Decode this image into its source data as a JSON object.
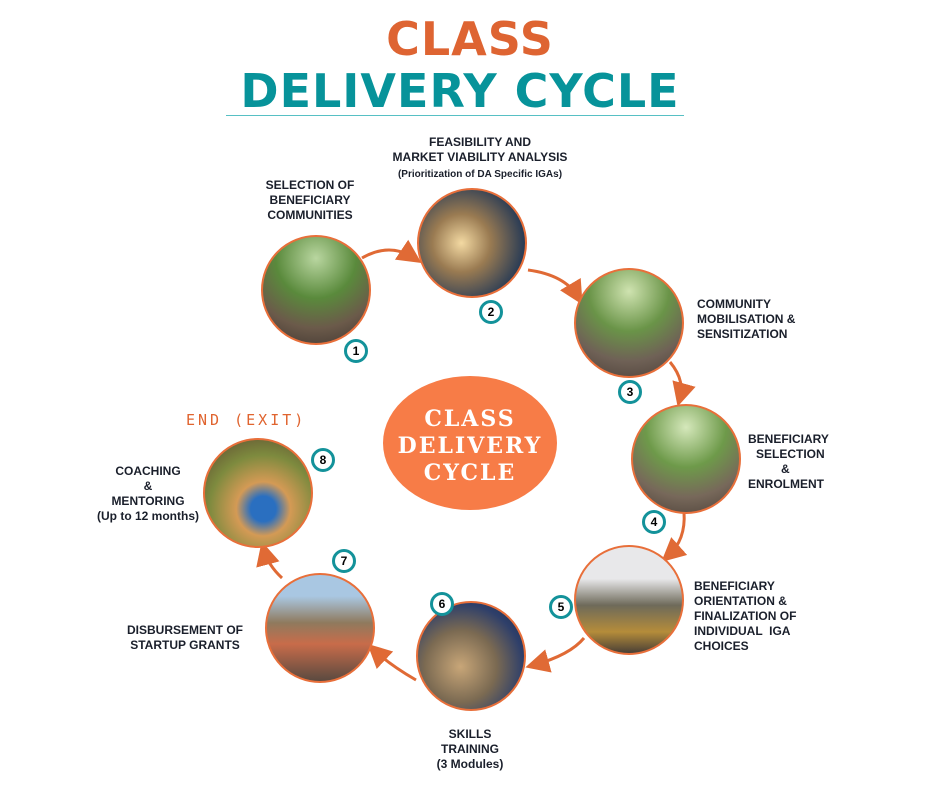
{
  "title": {
    "line1": "CLASS",
    "line2": "DELIVERY CYCLE"
  },
  "center": {
    "line1": "CLASS",
    "line2": "DELIVERY",
    "line3": "CYCLE"
  },
  "end_label": "END (EXIT)",
  "steps": [
    {
      "num": "1",
      "lines": [
        "SELECTION OF",
        "BENEFICIARY",
        "COMMUNITIES"
      ]
    },
    {
      "num": "2",
      "lines": [
        "FEASIBILITY AND",
        "MARKET VIABILITY ANALYSIS"
      ],
      "sub": "(Prioritization of DA Specific IGAs)"
    },
    {
      "num": "3",
      "lines": [
        "COMMUNITY",
        "MOBILISATION &",
        "SENSITIZATION"
      ]
    },
    {
      "num": "4",
      "lines": [
        "BENEFICIARY",
        "SELECTION",
        "&",
        "ENROLMENT"
      ]
    },
    {
      "num": "5",
      "lines": [
        "BENEFICIARY",
        "ORIENTATION &",
        "FINALIZATION OF",
        "INDIVIDUAL  IGA",
        "CHOICES"
      ]
    },
    {
      "num": "6",
      "lines": [
        "SKILLS",
        "TRAINING"
      ],
      "sub": "(3 Modules)"
    },
    {
      "num": "7",
      "lines": [
        "DISBURSEMENT OF",
        "STARTUP GRANTS"
      ]
    },
    {
      "num": "8",
      "lines": [
        "COACHING",
        "&",
        "MENTORING"
      ],
      "sub": "(Up to 12 months)"
    }
  ],
  "colors": {
    "orange": "#de6432",
    "teal": "#07939a",
    "center": "#f77c47"
  }
}
